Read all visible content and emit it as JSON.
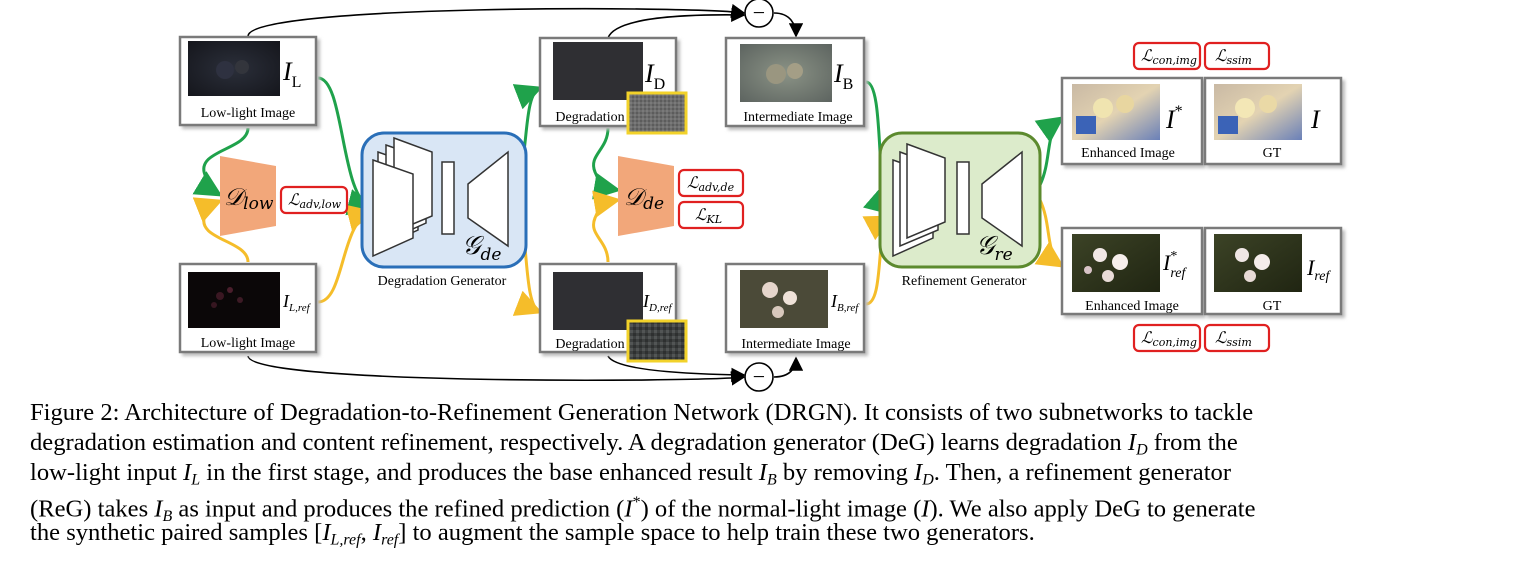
{
  "colors": {
    "green_arrow": "#1fa24b",
    "yellow_arrow": "#f5bd2a",
    "loss_border": "#e02020",
    "discriminator_fill": "#f2a77a",
    "degradation_gen_fill": "#d9e6f5",
    "degradation_gen_border": "#2a6fb8",
    "refinement_gen_fill": "#dcebcb",
    "refinement_gen_border": "#5c8a2e",
    "highlight_border": "#f2d22a"
  },
  "images": {
    "low_light_top": {
      "caption": "Low-light Image",
      "symbol_base": "I",
      "symbol_sub": "L"
    },
    "low_light_bottom": {
      "caption": "Low-light Image",
      "symbol_base": "I",
      "symbol_sub": "L,ref"
    },
    "degradation_top": {
      "caption": "Degradation",
      "symbol_base": "I",
      "symbol_sub": "D"
    },
    "degradation_bottom": {
      "caption": "Degradation",
      "symbol_base": "I",
      "symbol_sub": "D,ref"
    },
    "intermediate_top": {
      "caption": "Intermediate Image",
      "symbol_base": "I",
      "symbol_sub": "B"
    },
    "intermediate_bottom": {
      "caption": "Intermediate Image",
      "symbol_base": "I",
      "symbol_sub": "B,ref"
    },
    "enhanced_top": {
      "caption": "Enhanced Image",
      "symbol_base": "I",
      "symbol_sup": "*"
    },
    "gt_top": {
      "caption": "GT",
      "symbol_base": "I"
    },
    "enhanced_bottom": {
      "caption": "Enhanced Image",
      "symbol_base": "I",
      "symbol_sup": "*",
      "symbol_sub": "ref"
    },
    "gt_bottom": {
      "caption": "GT",
      "symbol_base": "I",
      "symbol_sub": "ref"
    }
  },
  "modules": {
    "degradation_generator": {
      "caption": "Degradation Generator",
      "symbol_base": "G",
      "symbol_sub": "de"
    },
    "refinement_generator": {
      "caption": "Refinement Generator",
      "symbol_base": "G",
      "symbol_sub": "re"
    },
    "discriminator_low": {
      "symbol_base": "D",
      "symbol_sub": "low"
    },
    "discriminator_de": {
      "symbol_base": "D",
      "symbol_sub": "de"
    }
  },
  "losses": {
    "adv_low": {
      "base": "L",
      "sub": "adv,low"
    },
    "adv_de": {
      "base": "L",
      "sub": "adv,de"
    },
    "kl": {
      "base": "L",
      "sub": "KL"
    },
    "con_img_top": {
      "base": "L",
      "sub": "con,img"
    },
    "ssim_top": {
      "base": "L",
      "sub": "ssim"
    },
    "con_img_bottom": {
      "base": "L",
      "sub": "con,img"
    },
    "ssim_bottom": {
      "base": "L",
      "sub": "ssim"
    }
  },
  "operators": {
    "subtract": "−"
  },
  "caption": {
    "lines": [
      "Figure 2: Architecture of Degradation-to-Refinement Generation Network (DRGN). It consists of two subnetworks to tackle",
      "degradation estimation and content refinement, respectively. A degradation generator (DeG) learns degradation I_D from the",
      "low-light input I_L in the first stage, and produces the base enhanced result I_B by removing I_D. Then, a refinement generator",
      "(ReG) takes I_B as input and produces the refined prediction (I*) of the normal-light image (I). We also apply DeG to generate",
      "the synthetic paired samples [I_{L,ref}, I_{ref}] to augment the sample space to help train these two generators."
    ],
    "seg": {
      "l1": "Figure 2: Architecture of Degradation-to-Refinement Generation Network (DRGN). It consists of two subnetworks to tackle",
      "l2a": "degradation estimation and content refinement, respectively. A degradation generator (DeG) learns degradation ",
      "l2b": " from the",
      "l3a": "low-light input ",
      "l3b": " in the first stage, and produces the base enhanced result ",
      "l3c": " by removing ",
      "l3d": ". Then, a refinement generator",
      "l4a": "(ReG) takes ",
      "l4b": " as input and produces the refined prediction (",
      "l4c": ") of the normal-light image (",
      "l4d": "). We also apply DeG to generate",
      "l5a": "the synthetic paired samples [",
      "l5b": ", ",
      "l5c": "] to augment the sample space to help train these two generators."
    },
    "math": {
      "I": "I",
      "D": "D",
      "L": "L",
      "B": "B",
      "star": "*",
      "Lref": "L,ref",
      "ref": "ref"
    }
  }
}
